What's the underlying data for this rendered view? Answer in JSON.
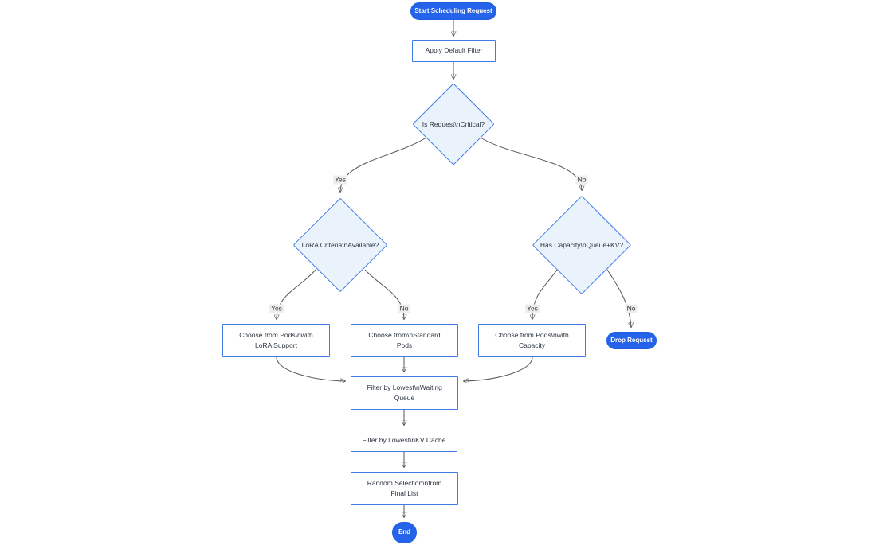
{
  "diagram": {
    "type": "flowchart",
    "nodes": {
      "start": {
        "label": "Start Scheduling Request",
        "shape": "stadium"
      },
      "apply_filter": {
        "label": "Apply Default Filter",
        "shape": "rect"
      },
      "is_critical": {
        "label": "Is Request\\nCritical?",
        "shape": "diamond"
      },
      "lora_criteria": {
        "label": "LoRA Criteria\\nAvailable?",
        "shape": "diamond"
      },
      "has_capacity": {
        "label": "Has Capacity\\nQueue+KV?",
        "shape": "diamond"
      },
      "choose_lora": {
        "label": "Choose from Pods\\nwith\nLoRA Support",
        "shape": "rect"
      },
      "choose_standard": {
        "label": "Choose from\\nStandard\nPods",
        "shape": "rect"
      },
      "choose_capacity": {
        "label": "Choose from Pods\\nwith\nCapacity",
        "shape": "rect"
      },
      "drop_request": {
        "label": "Drop Request",
        "shape": "stadium"
      },
      "filter_queue": {
        "label": "Filter by Lowest\\nWaiting\nQueue",
        "shape": "rect"
      },
      "filter_kv": {
        "label": "Filter by Lowest\\nKV Cache",
        "shape": "rect"
      },
      "random_selection": {
        "label": "Random Selection\\nfrom\nFinal List",
        "shape": "rect"
      },
      "end": {
        "label": "End",
        "shape": "stadium"
      }
    },
    "edges": [
      {
        "from": "start",
        "to": "apply_filter",
        "label": ""
      },
      {
        "from": "apply_filter",
        "to": "is_critical",
        "label": ""
      },
      {
        "from": "is_critical",
        "to": "lora_criteria",
        "label": "Yes"
      },
      {
        "from": "is_critical",
        "to": "has_capacity",
        "label": "No"
      },
      {
        "from": "lora_criteria",
        "to": "choose_lora",
        "label": "Yes"
      },
      {
        "from": "lora_criteria",
        "to": "choose_standard",
        "label": "No"
      },
      {
        "from": "has_capacity",
        "to": "choose_capacity",
        "label": "Yes"
      },
      {
        "from": "has_capacity",
        "to": "drop_request",
        "label": "No"
      },
      {
        "from": "choose_lora",
        "to": "filter_queue",
        "label": ""
      },
      {
        "from": "choose_standard",
        "to": "filter_queue",
        "label": ""
      },
      {
        "from": "choose_capacity",
        "to": "filter_queue",
        "label": ""
      },
      {
        "from": "filter_queue",
        "to": "filter_kv",
        "label": ""
      },
      {
        "from": "filter_kv",
        "to": "random_selection",
        "label": ""
      },
      {
        "from": "random_selection",
        "to": "end",
        "label": ""
      }
    ],
    "colors": {
      "terminator_fill": "#2563eb",
      "terminator_text": "#ffffff",
      "node_border": "#3f7ce8",
      "node_fill": "#ffffff",
      "decision_fill": "#eaf2fc",
      "edge_line": "#555555",
      "edge_label_bg": "#eeeeee",
      "text": "#2b3442"
    }
  }
}
